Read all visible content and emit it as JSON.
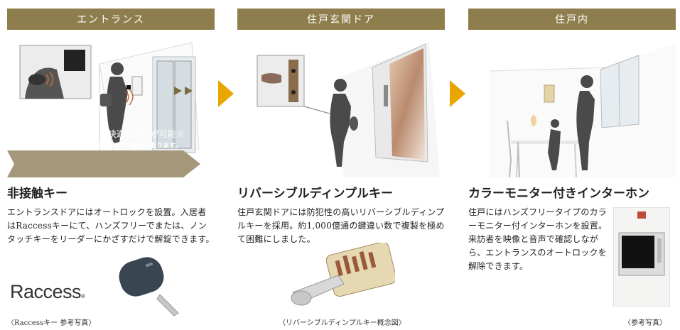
{
  "panels": [
    {
      "header": "エントランス",
      "banner": "ハンズフリーモードで快適な通行が可能※",
      "banner_note": "※状況によりスムーズに解錠されない場合があります。",
      "title": "非接触キー",
      "description": "エントランスドアにはオートロックを設置。入居者はRaccessキーにて、ハンズフリーでまたは、ノンタッチキーをリーダーにかざすだけで解錠できます。",
      "logo": "Raccess",
      "caption": "〈Raccessキー 参考写真〉"
    },
    {
      "header": "住戸玄関ドア",
      "title": "リバーシブルディンプルキー",
      "description": "住戸玄関ドアには防犯性の高いリバーシブルディンプルキーを採用。約1,000億通の鍵違い数で複製を極めて困難にしました。",
      "caption": "〈リバーシブルディンプルキー概念図〉"
    },
    {
      "header": "住戸内",
      "title": "カラーモニター付きインターホン",
      "description": "住戸にはハンズフリータイプのカラーモニター付インターホンを設置。来訪者を映像と音声で確認しながら、エントランスのオートロックを解除できます。",
      "caption": "〈参考写真〉"
    }
  ],
  "colors": {
    "header_bg": "#8f7e4d",
    "arrow": "#e9a600",
    "banner": "#a5987a"
  }
}
